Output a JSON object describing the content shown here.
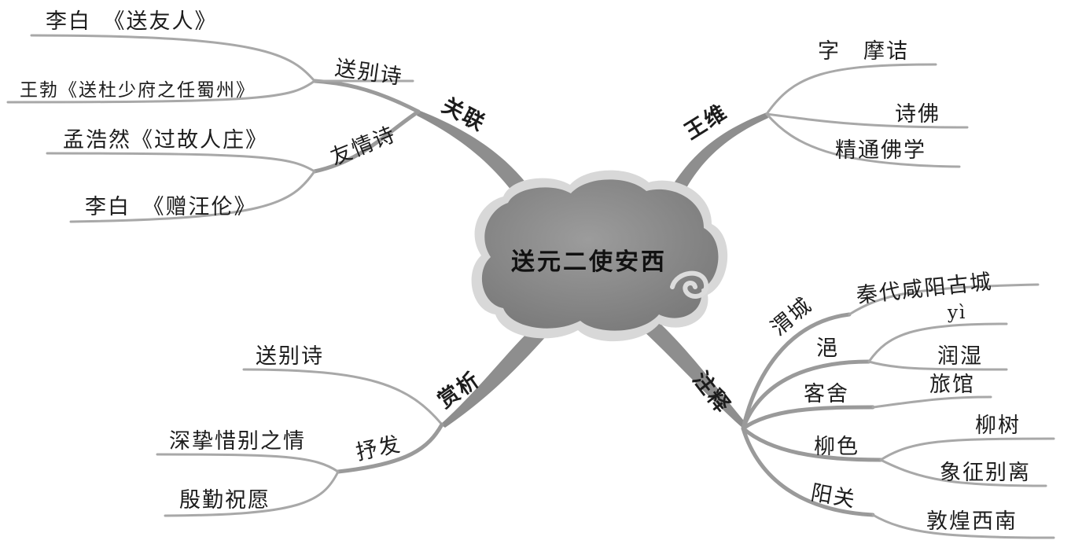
{
  "center": {
    "title": "送元二使安西"
  },
  "branches": {
    "guanlian": {
      "label": "关联",
      "groups": [
        {
          "label": "送别诗",
          "leaves": [
            "李白　《送友人》",
            "王勃《送杜少府之任蜀州》"
          ]
        },
        {
          "label": "友情诗",
          "leaves": [
            "孟浩然《过故人庄》",
            "李白　《赠汪伦》"
          ]
        }
      ]
    },
    "wangwei": {
      "label": "王维",
      "leaves": [
        "字　摩诘",
        "诗佛",
        "精通佛学"
      ]
    },
    "shangxi": {
      "label": "赏析",
      "leaves": [
        "送别诗"
      ],
      "groups": [
        {
          "label": "抒发",
          "leaves": [
            "深挚惜别之情",
            "殷勤祝愿"
          ]
        }
      ]
    },
    "zhushi": {
      "label": "注释",
      "groups": [
        {
          "label": "渭城",
          "leaves": [
            "秦代咸阳古城"
          ]
        },
        {
          "label": "浥",
          "leaves": [
            "yì",
            "润湿"
          ]
        },
        {
          "label": "客舍",
          "leaves": [
            "旅馆"
          ]
        },
        {
          "label": "柳色",
          "leaves": [
            "柳树",
            "象征别离"
          ]
        },
        {
          "label": "阳关",
          "leaves": [
            "敦煌西南"
          ]
        }
      ]
    }
  },
  "colors": {
    "cloud": "#8a8a8a",
    "cloud_outline": "#d9d9d9",
    "branch": "#9a9a9a",
    "line": "#a8a8a8",
    "text": "#1c1c1c"
  }
}
